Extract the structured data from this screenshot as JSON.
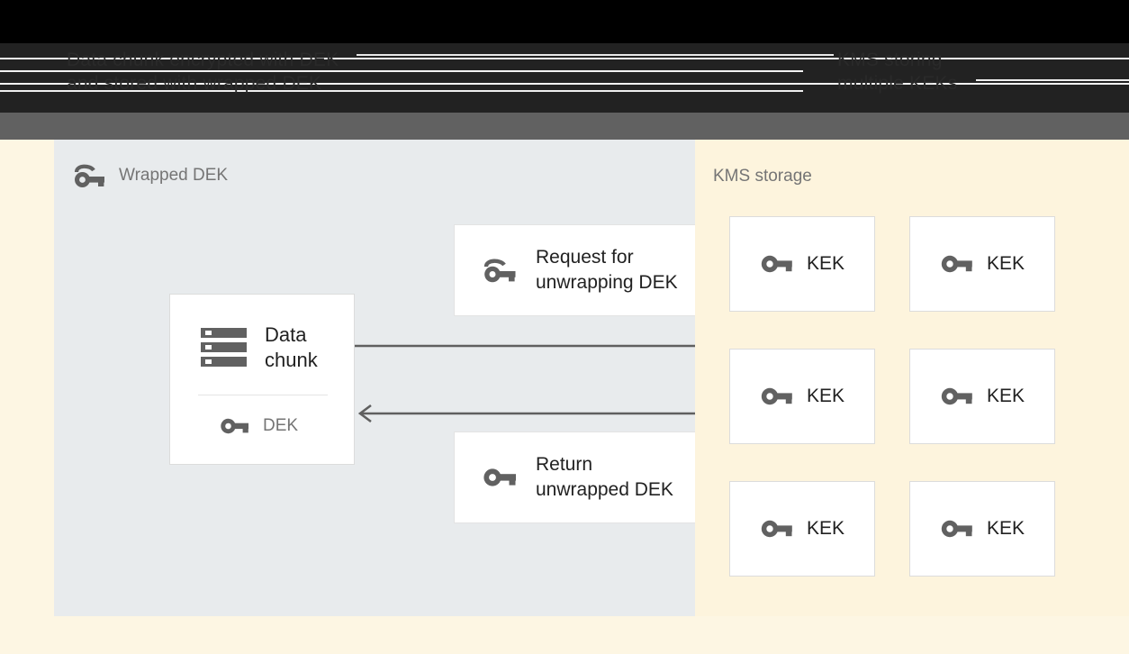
{
  "chrome": {
    "caption_left": "Data chunk encrypted with DEK\nand stored with wrapped DEK",
    "caption_right": "KMS storing\nmultiple KEKs"
  },
  "left_panel": {
    "title": "Wrapped DEK",
    "title_icon": "wrapped-key-icon",
    "data_chunk": {
      "icon": "storage-stack-icon",
      "label": "Data\nchunk",
      "dek_icon": "key-icon",
      "dek_label": "DEK"
    },
    "messages": [
      {
        "id": "request",
        "icon": "wrapped-key-icon",
        "label": "Request for\nunwrapping DEK"
      },
      {
        "id": "return",
        "icon": "key-icon",
        "label": "Return\nunwrapped DEK"
      }
    ],
    "arrows": [
      {
        "id": "forward",
        "direction": "right",
        "head": "solid"
      },
      {
        "id": "back",
        "direction": "left",
        "head": "open"
      }
    ]
  },
  "kms_panel": {
    "title": "KMS storage",
    "keys": [
      {
        "icon": "key-icon",
        "label": "KEK"
      },
      {
        "icon": "key-icon",
        "label": "KEK"
      },
      {
        "icon": "key-icon",
        "label": "KEK"
      },
      {
        "icon": "key-icon",
        "label": "KEK"
      },
      {
        "icon": "key-icon",
        "label": "KEK"
      },
      {
        "icon": "key-icon",
        "label": "KEK"
      }
    ]
  },
  "colors": {
    "left_panel_bg": "#e8ebed",
    "kms_panel_bg": "#fdf4dd",
    "page_bg": "#fdf6e3",
    "card_bg": "#ffffff",
    "strip_gray": "#dddddd",
    "icon_gray": "#616161",
    "text_dark": "#212121",
    "text_muted": "#757575",
    "toolbar_gray": "#616161",
    "chrome_dark": "#222222"
  }
}
